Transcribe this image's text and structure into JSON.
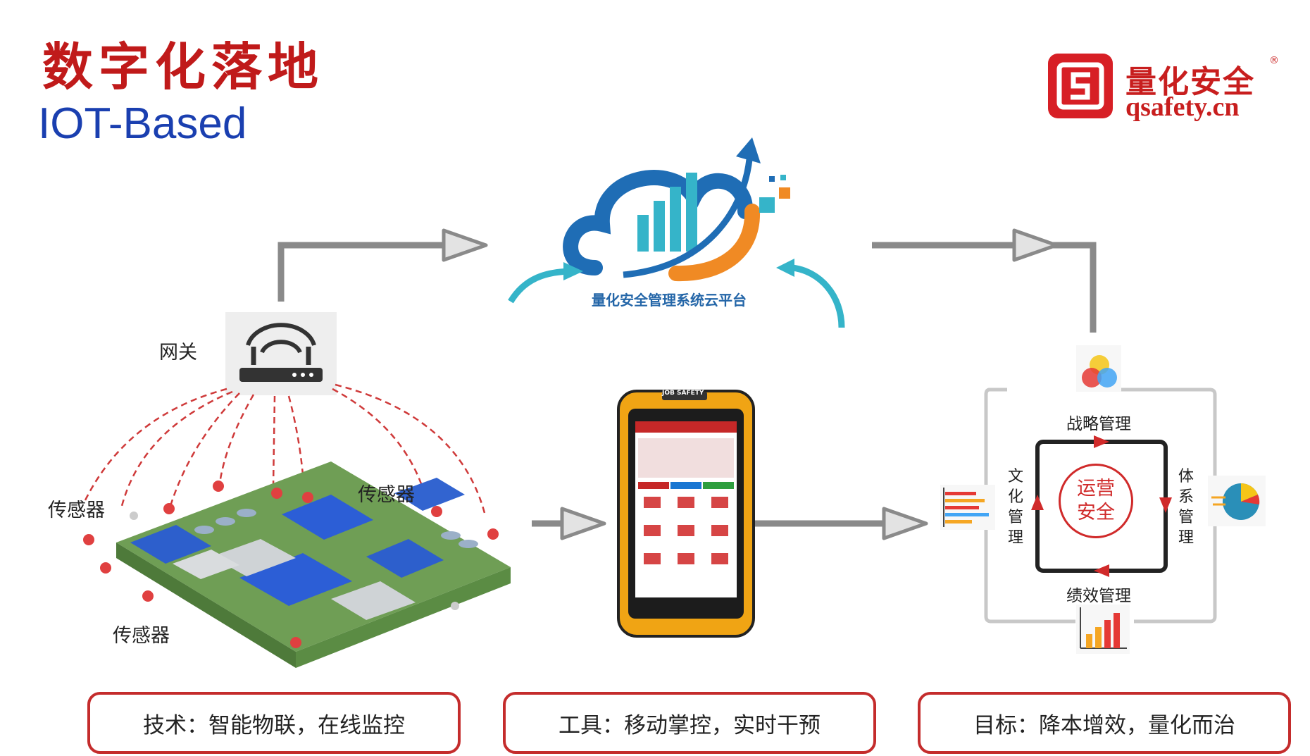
{
  "header": {
    "title": "数字化落地",
    "subtitle": "IOT-Based"
  },
  "logo": {
    "icon": "qsafety-s-logo-icon",
    "name_cn": "量化安全",
    "registered_mark": "®",
    "domain": "qsafety.cn",
    "color": "#d71f25"
  },
  "cloud": {
    "icon": "cloud-bar-chart-icon",
    "caption": "量化安全管理系统云平台"
  },
  "iot": {
    "gateway_label": "网关",
    "sensor_labels": [
      "传感器",
      "传感器",
      "传感器"
    ]
  },
  "phone": {
    "icon": "rugged-phone-icon",
    "brand": "JOB SAFETY"
  },
  "management": {
    "top": "战略管理",
    "left": "文化管理",
    "right": "体系管理",
    "bottom": "绩效管理",
    "core_line1": "运营",
    "core_line2": "安全"
  },
  "bottom_boxes": [
    "技术：智能物联，在线监控",
    "工具：移动掌控，实时干预",
    "目标：降本增效，量化而治"
  ],
  "colors": {
    "accent_red": "#c42c2c",
    "title_red": "#c01a1a",
    "subtitle_blue": "#1a3fb0",
    "arrow_gray": "#8a8a8a"
  }
}
